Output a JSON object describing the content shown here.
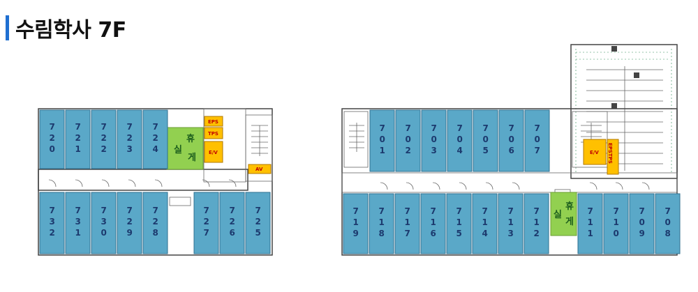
{
  "page": {
    "title": "수림학사 7F"
  },
  "colors": {
    "room": "#5aa8c8",
    "lounge": "#92d050",
    "utility": "#ffc000",
    "accent": "#1f6fd1"
  },
  "left_wing": {
    "top_rooms": [
      "720",
      "721",
      "722",
      "723",
      "724"
    ],
    "bottom_rooms_a": [
      "732",
      "731",
      "730",
      "729",
      "728"
    ],
    "bottom_rooms_b": [
      "727",
      "726",
      "725"
    ],
    "lounge": {
      "char1": "휴",
      "char2": "게",
      "char3": "실"
    },
    "utilities": {
      "eps": "EPS",
      "tps": "TPS",
      "ev": "E/V",
      "av": "AV"
    }
  },
  "right_wing": {
    "top_rooms": [
      "701",
      "702",
      "703",
      "704",
      "705",
      "706",
      "707"
    ],
    "bottom_rooms_a": [
      "719",
      "718",
      "717",
      "716",
      "715",
      "714",
      "713",
      "712"
    ],
    "bottom_rooms_b": [
      "711",
      "710",
      "709",
      "708"
    ],
    "lounge": {
      "char1": "휴",
      "char2": "게",
      "char3": "실"
    },
    "utilities": {
      "ev": "E/V",
      "eps_tps": "EPSTPS"
    }
  }
}
